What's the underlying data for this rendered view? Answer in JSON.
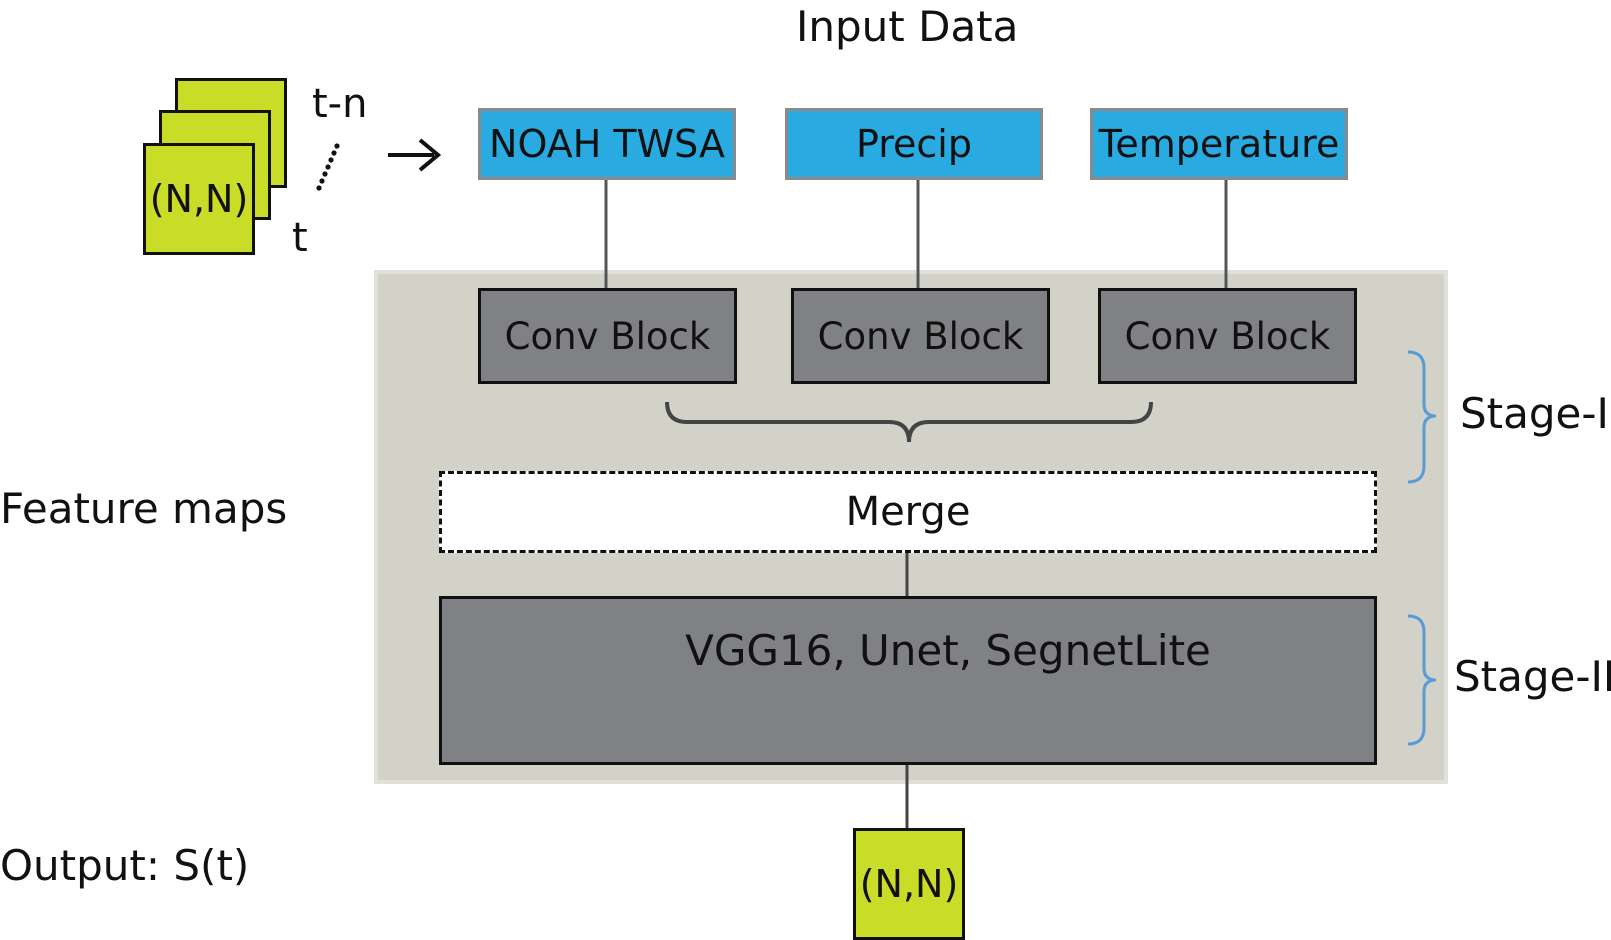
{
  "diagram": {
    "title": "Input Data",
    "input_stack": {
      "shape_label": "(N,N)",
      "time_top": "t-n",
      "time_bottom": "t"
    },
    "inputs": [
      {
        "label": "NOAH TWSA"
      },
      {
        "label": "Precip"
      },
      {
        "label": "Temperature"
      }
    ],
    "conv_blocks": [
      {
        "label": "Conv Block"
      },
      {
        "label": "Conv Block"
      },
      {
        "label": "Conv Block"
      }
    ],
    "merge_label": "Merge",
    "stage2_label": "VGG16, Unet, SegnetLite",
    "stage_labels": {
      "stage1": "Stage-I",
      "stage2": "Stage-II"
    },
    "side_labels": {
      "feature_maps": "Feature maps",
      "output": "Output: S(t)"
    },
    "output_shape_label": "(N,N)",
    "colors": {
      "input_fill": "#29abe2",
      "block_fill": "#808184",
      "panel_fill": "#d3d2c8",
      "grid_fill": "#c9dc27",
      "brace_blue": "#5b9bd5"
    }
  }
}
